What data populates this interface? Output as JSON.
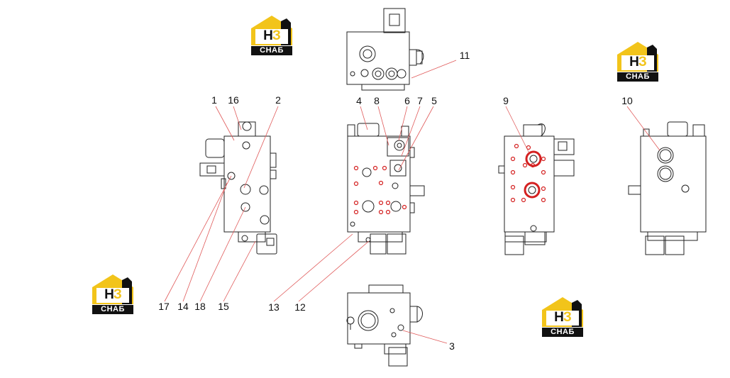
{
  "logos": {
    "mark_left": "Н",
    "mark_right": "З",
    "caption": "СНАБ",
    "colors": {
      "yellow": "#f2c41a",
      "dark": "#111111"
    }
  },
  "callouts": [
    "1",
    "16",
    "2",
    "4",
    "8",
    "6",
    "7",
    "5",
    "9",
    "10",
    "11",
    "17",
    "14",
    "18",
    "15",
    "13",
    "12",
    "3"
  ],
  "colors": {
    "leader": "#e05a5a",
    "line": "#222222",
    "highlight": "#d42020"
  }
}
